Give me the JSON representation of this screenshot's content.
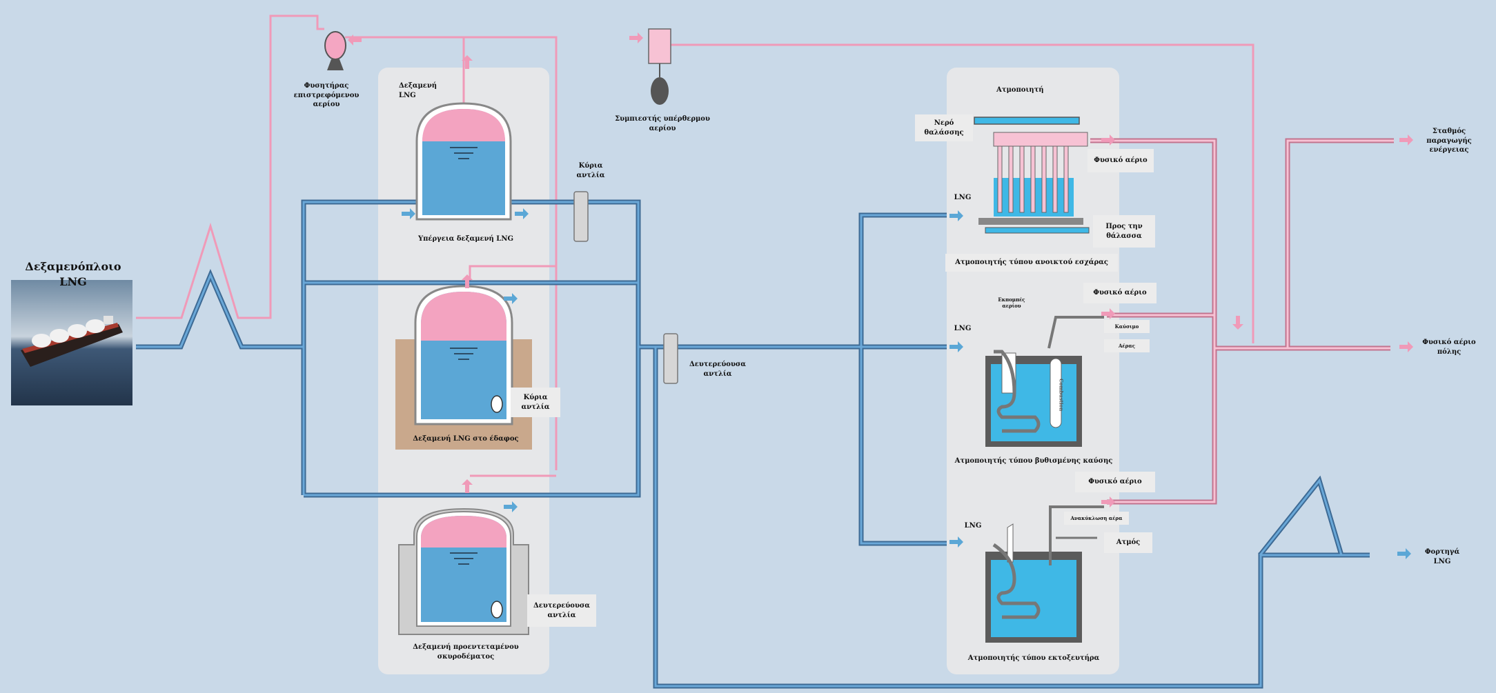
{
  "ship": {
    "title": "Δεξαμενόπλοιο LNG"
  },
  "storage": {
    "section_label": "Δεξαμενή\nLNG",
    "above_ground": "Υπέργεια δεξαμενή LNG",
    "in_ground": "Δεξαμενή LNG στο έδαφος",
    "prestressed": "Δεξαμενή προεντεταμένου\nσκυροδέματος",
    "main_pump_top": "Κύρια\nαντλία",
    "main_pump_mid": "Κύρια\nαντλία",
    "secondary_pump_bottom": "Δευτερεύουσα\nαντλία"
  },
  "gas_handling": {
    "return_blower": "Φυσητήρας\nεπιστρεφόμενου\nαερίου",
    "boiloff_compressor": "Συμπιεστής υπέρθερμου αερίου"
  },
  "secondary_pump": "Δευτερεύουσα\nαντλία",
  "vaporizers": {
    "section_label": "Ατμοποιητή",
    "open_rack": {
      "title": "Ατμοποιητής τύπου ανοικτού εσχάρας",
      "seawater": "Νερό\nθαλάσσης",
      "lng": "LNG",
      "natural_gas": "Φυσικό αέριο",
      "to_sea": "Προς την\nθάλασσα"
    },
    "submerged": {
      "title": "Ατμοποιητής τύπου βυθισμένης καύσης",
      "lng": "LNG",
      "natural_gas": "Φυσικό αέριο",
      "exhaust": "Εκπομπές\nαερίου",
      "fuel": "Καύσιμο",
      "air": "Αέρας",
      "combustion_text": "Combustion"
    },
    "shell_tube": {
      "title": "Ατμοποιητής τύπου εκτοξευτήρα",
      "lng": "LNG",
      "natural_gas": "Φυσικό αέριο",
      "recirc_air": "Ανακύκλωση αέρα",
      "steam": "Ατμός"
    }
  },
  "outputs": {
    "power_station": "Σταθμός\nπαραγωγής\nενέργειας",
    "city_gas": "Φυσικό αέριο\nπόλης",
    "lng_trucks": "Φορτηγά\nLNG"
  },
  "colors": {
    "background": "#c9d9e8",
    "lng_pipe": "#4f86b7",
    "gas_pipe": "#f09ab8",
    "tank_liquid": "#5ba7d6",
    "tank_vapor": "#f3a3c0",
    "panel": "#e6e7e9",
    "earth": "#c9a88c"
  }
}
